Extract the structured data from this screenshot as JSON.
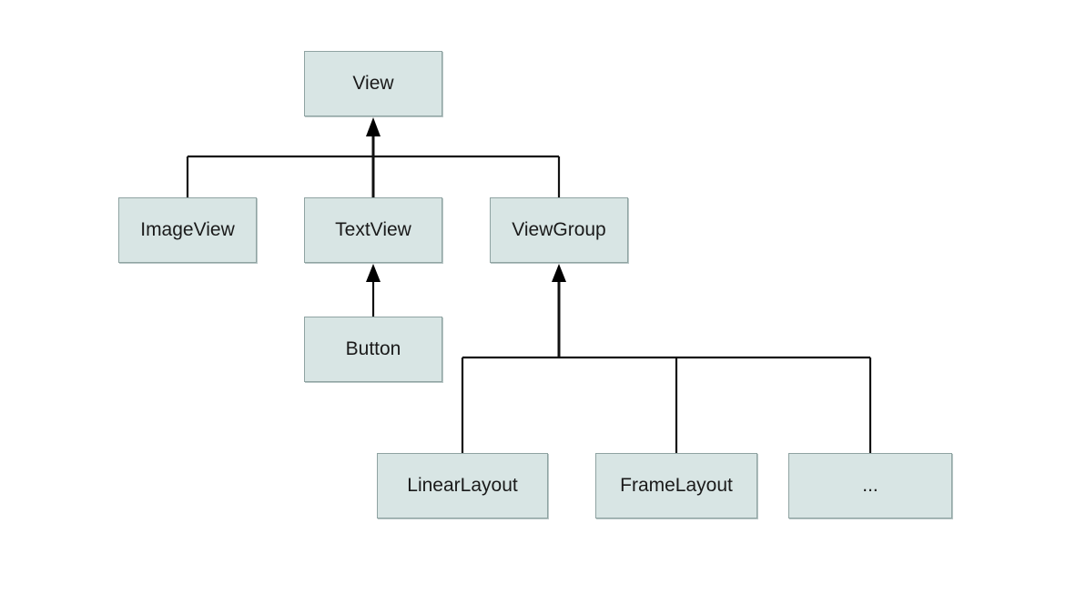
{
  "diagram": {
    "nodes": {
      "view": "View",
      "image_view": "ImageView",
      "text_view": "TextView",
      "view_group": "ViewGroup",
      "button": "Button",
      "linear_layout": "LinearLayout",
      "frame_layout": "FrameLayout",
      "more": "..."
    },
    "edges": [
      {
        "from": "ImageView",
        "to": "View"
      },
      {
        "from": "TextView",
        "to": "View"
      },
      {
        "from": "ViewGroup",
        "to": "View"
      },
      {
        "from": "Button",
        "to": "TextView"
      },
      {
        "from": "LinearLayout",
        "to": "ViewGroup"
      },
      {
        "from": "FrameLayout",
        "to": "ViewGroup"
      },
      {
        "from": "...",
        "to": "ViewGroup"
      }
    ],
    "colors": {
      "node_fill": "#d8e5e4",
      "node_border": "#8fa3a2",
      "line": "#111111"
    }
  }
}
